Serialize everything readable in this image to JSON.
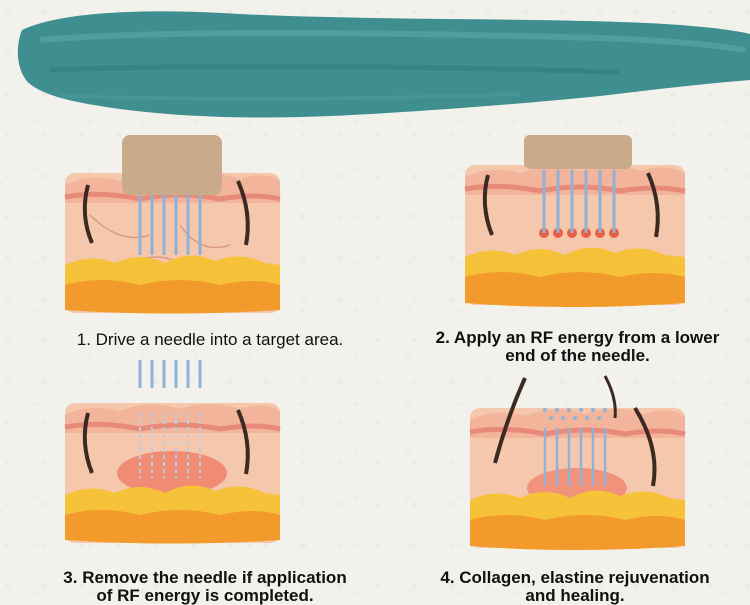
{
  "steps": [
    {
      "line1": "1. Drive a needle into a target area.",
      "line2": ""
    },
    {
      "line1": "2. Apply an RF energy from a lower",
      "line2": "end of the needle."
    },
    {
      "line1": "3. Remove the needle if application",
      "line2": "of RF energy is completed."
    },
    {
      "line1": "4. Collagen, elastine rejuvenation",
      "line2": "and healing."
    }
  ],
  "colors": {
    "brush": "#3f8f90",
    "skin_top": "#f2b49a",
    "skin_mid": "#f5c7ad",
    "fat": "#f5c23a",
    "needle": "#8fb2d6",
    "handpiece": "#c9ab8c",
    "rf_glow": "#e8452c"
  }
}
